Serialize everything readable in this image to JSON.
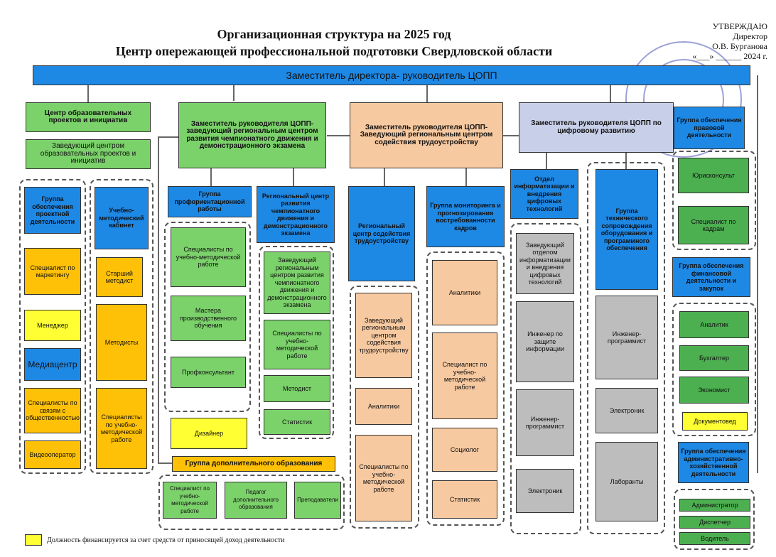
{
  "header": {
    "title_line1": "Организационная структура на 2025 год",
    "title_line2": "Центр опережающей профессиональной подготовки Свердловской области"
  },
  "approval": {
    "line1": "УТВЕРЖДАЮ",
    "line2": "Директор",
    "line3": "О.В. Бурганова",
    "line4": "«___» ______ 2024 г."
  },
  "top": "Заместитель директора- руководитель ЦОПП",
  "col1": {
    "head": "Центр образовательных проектов и инициатив",
    "head2": "Заведующий центром образовательных проектов и инициатив",
    "group_proj": "Группа обеспечения проектной деятельности",
    "marketing": "Специалист по маркетингу",
    "manager": "Менеджер",
    "media": "Медиацентр",
    "pr": "Специалисты по связям с общественностью",
    "video": "Видеооператор",
    "cabinet": "Учебно-методический кабинет",
    "senior": "Старший методист",
    "methodists": "Методисты",
    "specs": "Специалисты по учебно-методической работе"
  },
  "col2": {
    "head": "Заместитель руководителя ЦОПП- заведующий региональным центром развития чемпионатного движения и демонстрационного экзамена",
    "prof_group": "Группа профориентационной работы",
    "prof1": "Специалисты по учебно-методической работе",
    "prof2": "Мастера производственного обучения",
    "prof3": "Профконсультант",
    "designer": "Дизайнер",
    "reg_center": "Региональный центр развития чемпионатного движения и демонстрационного экзамена",
    "reg1": "Заведующий региональным центром развития чемпионатного движения и демонстрационного экзамена",
    "reg2": "Специалисты по учебно-методической работе",
    "reg3": "Методист",
    "reg4": "Статистик",
    "dop_group": "Группа дополнительного образования",
    "dop1": "Специалист по учебно-методической работе",
    "dop2": "Педагог дополнительного образования",
    "dop3": "Преподаватели"
  },
  "col3": {
    "head": "Заместитель руководителя ЦОПП- Заведующий региональным центром содействия трудоустройству",
    "reg_center": "Региональный центр содействия трудоустройству",
    "r1": "Заведующий региональным центром содействия трудоустройству",
    "r2": "Аналитики",
    "r3": "Специалисты по учебно-методической работе",
    "monitor": "Группа мониторинга и прогнозирования востребованности кадров",
    "m1": "Аналитики",
    "m2": "Специалист по учебно-методической работе",
    "m3": "Социолог",
    "m4": "Статистик"
  },
  "col4": {
    "head": "Заместитель руководителя ЦОПП по цифровому развитию",
    "dept": "Отдел информатизации и внедрения цифровых технологий",
    "d1": "Заведующий отделом информатизации и внедрения цифровых технологий",
    "d2": "Инженер по защите информации",
    "d3": "Инженер-программист",
    "d4": "Электроник",
    "tech": "Группа технического сопровождения оборудования и программного обеспечения",
    "t1": "Инженер-программист",
    "t2": "Электроник",
    "t3": "Лаборанты"
  },
  "col5": {
    "legal": "Группа обеспечения правовой деятельности",
    "l1": "Юрисконсульт",
    "l2": "Специалист по кадрам",
    "fin": "Группа обеспечения финансовой деятельности и закупок",
    "f1": "Аналитик",
    "f2": "Бухгалтер",
    "f3": "Экономист",
    "f4": "Документовед",
    "adm": "Группа обеспечения административно-хозяйственной деятельности",
    "a1": "Администратор",
    "a2": "Диспетчер",
    "a3": "Водитель"
  },
  "legend": {
    "text": "Должность финансируется за счет средств от приносящей доход деятельности"
  },
  "colors": {
    "blue": "#1e88e5",
    "green": "#4caf50",
    "orange": "#ffc107",
    "yellow": "#ffff33",
    "peach": "#f7c9a0",
    "grey": "#bdbdbd",
    "lavender": "#c8cfe8"
  }
}
